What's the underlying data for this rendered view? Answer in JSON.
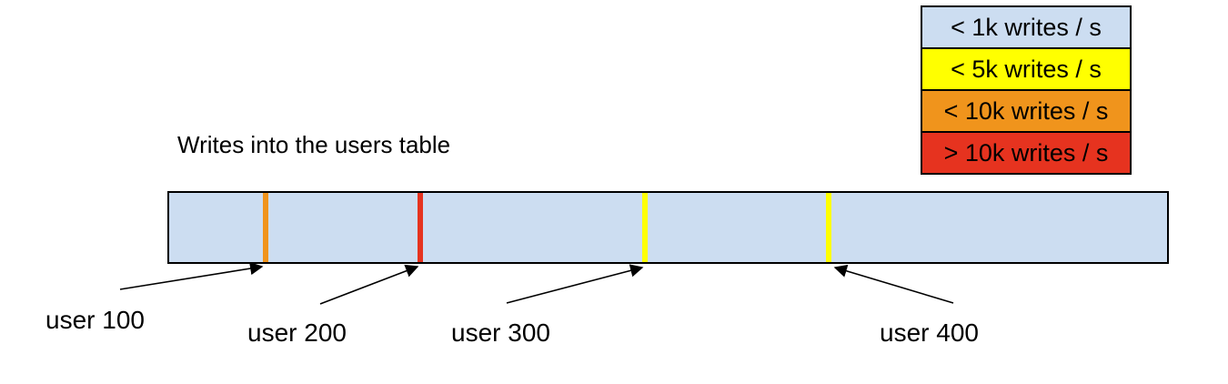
{
  "title": "Writes into the users table",
  "colors": {
    "bar_fill": "#ccddf1",
    "yellow": "#ffff00",
    "orange": "#f0941c",
    "red": "#e6331f",
    "outline": "#000000"
  },
  "legend": {
    "items": [
      {
        "label": "< 1k writes / s",
        "color": "#ccddf1",
        "style": "background:#ccddf1"
      },
      {
        "label": "< 5k writes / s",
        "color": "#ffff00",
        "style": "background:#ffff00"
      },
      {
        "label": "< 10k writes / s",
        "color": "#f0941c",
        "style": "background:#f0941c"
      },
      {
        "label": "> 10k writes / s",
        "color": "#e6331f",
        "style": "background:#e6331f"
      }
    ]
  },
  "bar": {
    "style": "background:#ccddf1",
    "markers": [
      {
        "user": "user 100",
        "color_name": "orange",
        "color": "#f0941c",
        "style": "left:103px;background:#f0941c"
      },
      {
        "user": "user 200",
        "color_name": "red",
        "color": "#e6331f",
        "style": "left:273px;background:#e6331f"
      },
      {
        "user": "user 300",
        "color_name": "yellow",
        "color": "#ffff00",
        "style": "left:520px;background:#ffff00"
      },
      {
        "user": "user 400",
        "color_name": "yellow",
        "color": "#ffff00",
        "style": "left:722px;background:#ffff00"
      }
    ]
  },
  "labels": [
    {
      "text": "user 100"
    },
    {
      "text": "user 200"
    },
    {
      "text": "user 300"
    },
    {
      "text": "user 400"
    }
  ]
}
